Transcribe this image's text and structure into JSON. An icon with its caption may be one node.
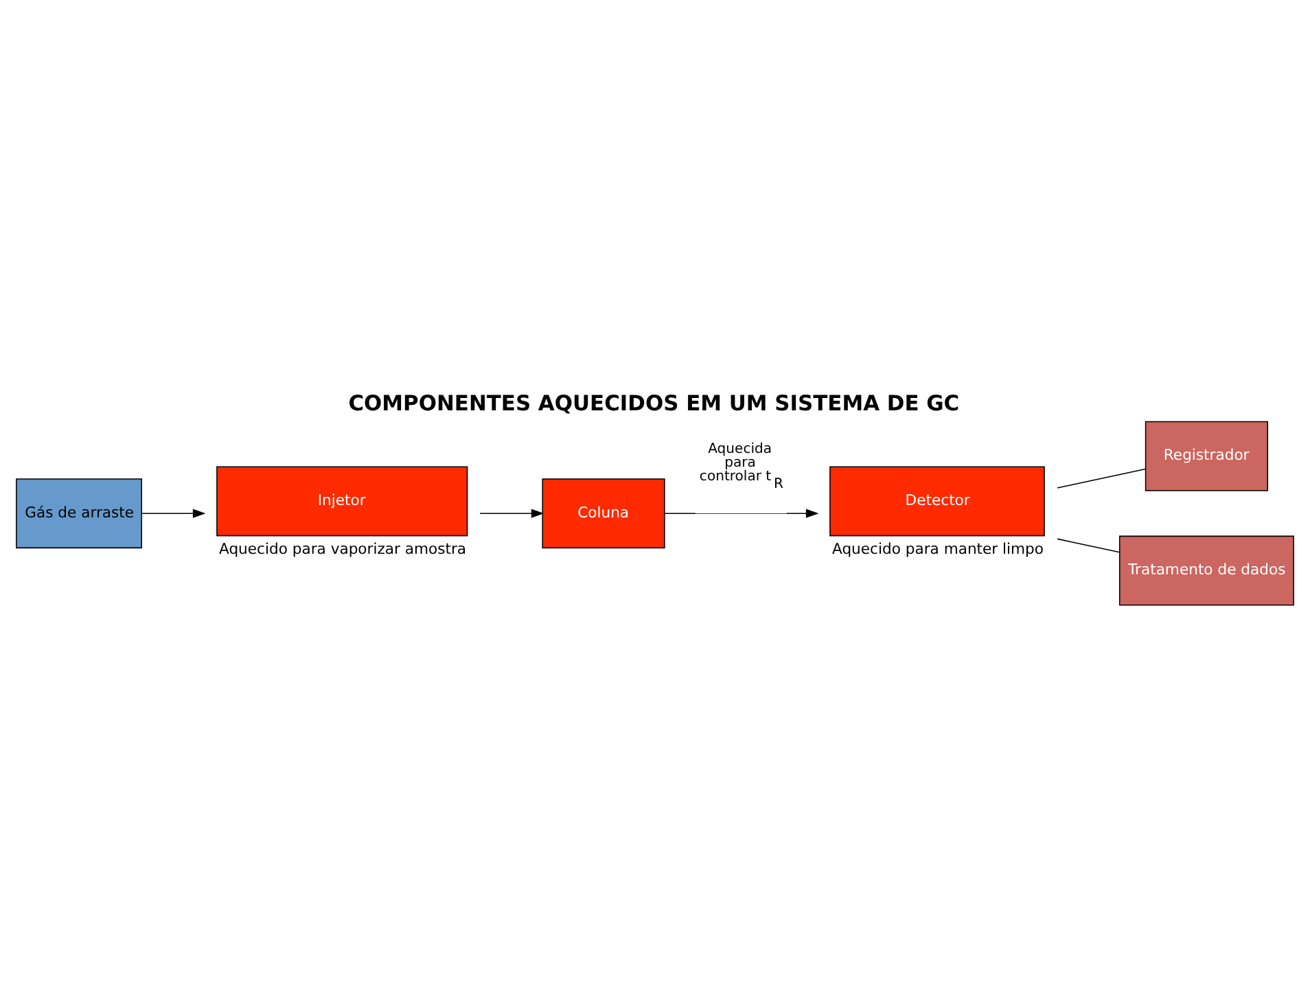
{
  "diagram": {
    "title": "COMPONENTES AQUECIDOS EM UM SISTEMA DE GC",
    "nodes": [
      {
        "text": [
          "Gás de arraste"
        ]
      },
      {
        "text": [
          "Injetor"
        ],
        "beside": [
          "Aquecido para vaporizar amostra"
        ]
      },
      {
        "text": [
          "Coluna"
        ]
      },
      {
        "text": [
          "Detector"
        ],
        "beside": [
          "Aquecido para manter limpo"
        ]
      },
      {
        "text": [
          "Registrador"
        ]
      },
      {
        "text": [
          "Tratamento de dados"
        ]
      }
    ],
    "edges": [
      {
        "from": 0,
        "to": 1,
        "arrow": "to"
      },
      {
        "from": 1,
        "to": 2,
        "arrow": "to"
      },
      {
        "from": 2,
        "to": 3,
        "arrow": "to",
        "label": "Aquecida para controlar t$_{R}$"
      },
      {
        "from": 3,
        "to": 4,
        "arrow": "none"
      },
      {
        "from": 3,
        "to": 5,
        "arrow": "none"
      }
    ]
  }
}
